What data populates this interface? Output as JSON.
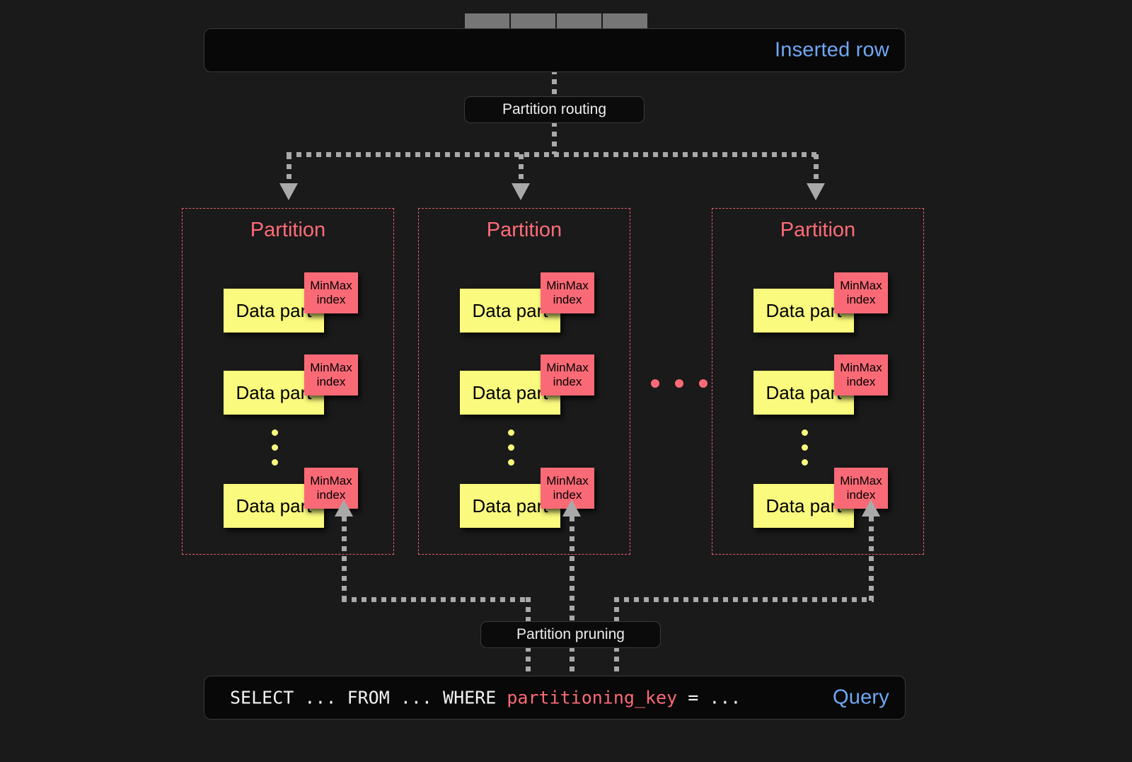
{
  "inserted_row": {
    "label": "Inserted row",
    "cell_count": 4,
    "cell_color": "#767676",
    "label_color": "#6fa8f5"
  },
  "routing": {
    "label": "Partition routing"
  },
  "pruning": {
    "label": "Partition pruning"
  },
  "partitions": [
    {
      "title": "Partition",
      "parts": [
        {
          "data_label": "Data part",
          "index_line1": "MinMax",
          "index_line2": "index"
        },
        {
          "data_label": "Data part",
          "index_line1": "MinMax",
          "index_line2": "index"
        },
        {
          "data_label": "Data part",
          "index_line1": "MinMax",
          "index_line2": "index"
        }
      ],
      "ellipsis_dots": 3
    },
    {
      "title": "Partition",
      "parts": [
        {
          "data_label": "Data part",
          "index_line1": "MinMax",
          "index_line2": "index"
        },
        {
          "data_label": "Data part",
          "index_line1": "MinMax",
          "index_line2": "index"
        },
        {
          "data_label": "Data part",
          "index_line1": "MinMax",
          "index_line2": "index"
        }
      ],
      "ellipsis_dots": 3
    },
    {
      "title": "Partition",
      "parts": [
        {
          "data_label": "Data part",
          "index_line1": "MinMax",
          "index_line2": "index"
        },
        {
          "data_label": "Data part",
          "index_line1": "MinMax",
          "index_line2": "index"
        },
        {
          "data_label": "Data part",
          "index_line1": "MinMax",
          "index_line2": "index"
        }
      ],
      "ellipsis_dots": 3
    }
  ],
  "partition_ellipsis_dots": 3,
  "query": {
    "label": "Query",
    "label_color": "#6fa8f5",
    "text_prefix": "SELECT ... FROM ... WHERE ",
    "highlight": "partitioning_key",
    "text_suffix": " = ...",
    "highlight_color": "#fa6a76"
  },
  "palette": {
    "background": "#1a1a1a",
    "bar_background": "#080808",
    "data_part": "#fafa7e",
    "minmax_index": "#fa6a76",
    "partition_border": "#e8616f",
    "partition_title": "#ff6b78",
    "connector": "#a9a9a9"
  }
}
